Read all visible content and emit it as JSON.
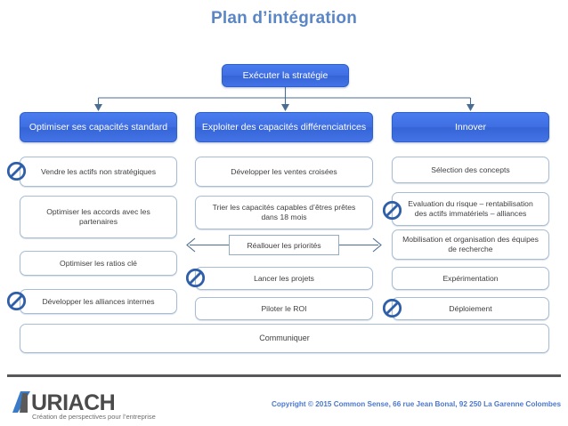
{
  "slide": {
    "title": "Plan d’intégration",
    "title_color": "#5b86c6"
  },
  "diagram": {
    "root": {
      "label": "Exécuter la stratégie"
    },
    "columns": [
      {
        "header": "Optimiser ses capacités standard",
        "items": [
          {
            "label": "Vendre les actifs non stratégiques",
            "blocked": true
          },
          {
            "label": "Optimiser les accords avec les partenaires",
            "blocked": false
          },
          {
            "label": "Optimiser les ratios clé",
            "blocked": false
          },
          {
            "label": "Développer les alliances internes",
            "blocked": true
          }
        ]
      },
      {
        "header": "Exploiter des capacités différenciatrices",
        "items": [
          {
            "label": "Développer les ventes croisées",
            "blocked": false
          },
          {
            "label": "Trier les capacités capables d’êtres prêtes dans 18 mois",
            "blocked": false
          },
          {
            "label": "Lancer les projets",
            "blocked": true
          },
          {
            "label": "Piloter le ROI",
            "blocked": false
          }
        ]
      },
      {
        "header": "Innover",
        "items": [
          {
            "label": "Sélection des concepts",
            "blocked": false
          },
          {
            "label": "Evaluation du risque – rentabilisation des actifs immatériels – alliances",
            "blocked": true
          },
          {
            "label": "Mobilisation et organisation des équipes de recherche",
            "blocked": false
          },
          {
            "label": "Expérimentation",
            "blocked": false
          },
          {
            "label": "Déploiement",
            "blocked": true
          }
        ]
      }
    ],
    "reallocate": {
      "label": "Réallouer les priorités"
    },
    "footer_bar": {
      "label": "Communiquer"
    },
    "colors": {
      "box_blue": "#3f6fe2",
      "box_border_blue": "#2f5fc8",
      "item_border": "#a8bdd4",
      "connector": "#4a6e93",
      "ban_icon": "#2f5fa8"
    }
  },
  "footer": {
    "logo": {
      "wordmark": "URIACH",
      "tagline": "Création de perspectives pour l’entreprise"
    },
    "copyright": "Copyright © 2015 Common Sense, 66 rue Jean Bonal, 92 250 La Garenne Colombes"
  }
}
